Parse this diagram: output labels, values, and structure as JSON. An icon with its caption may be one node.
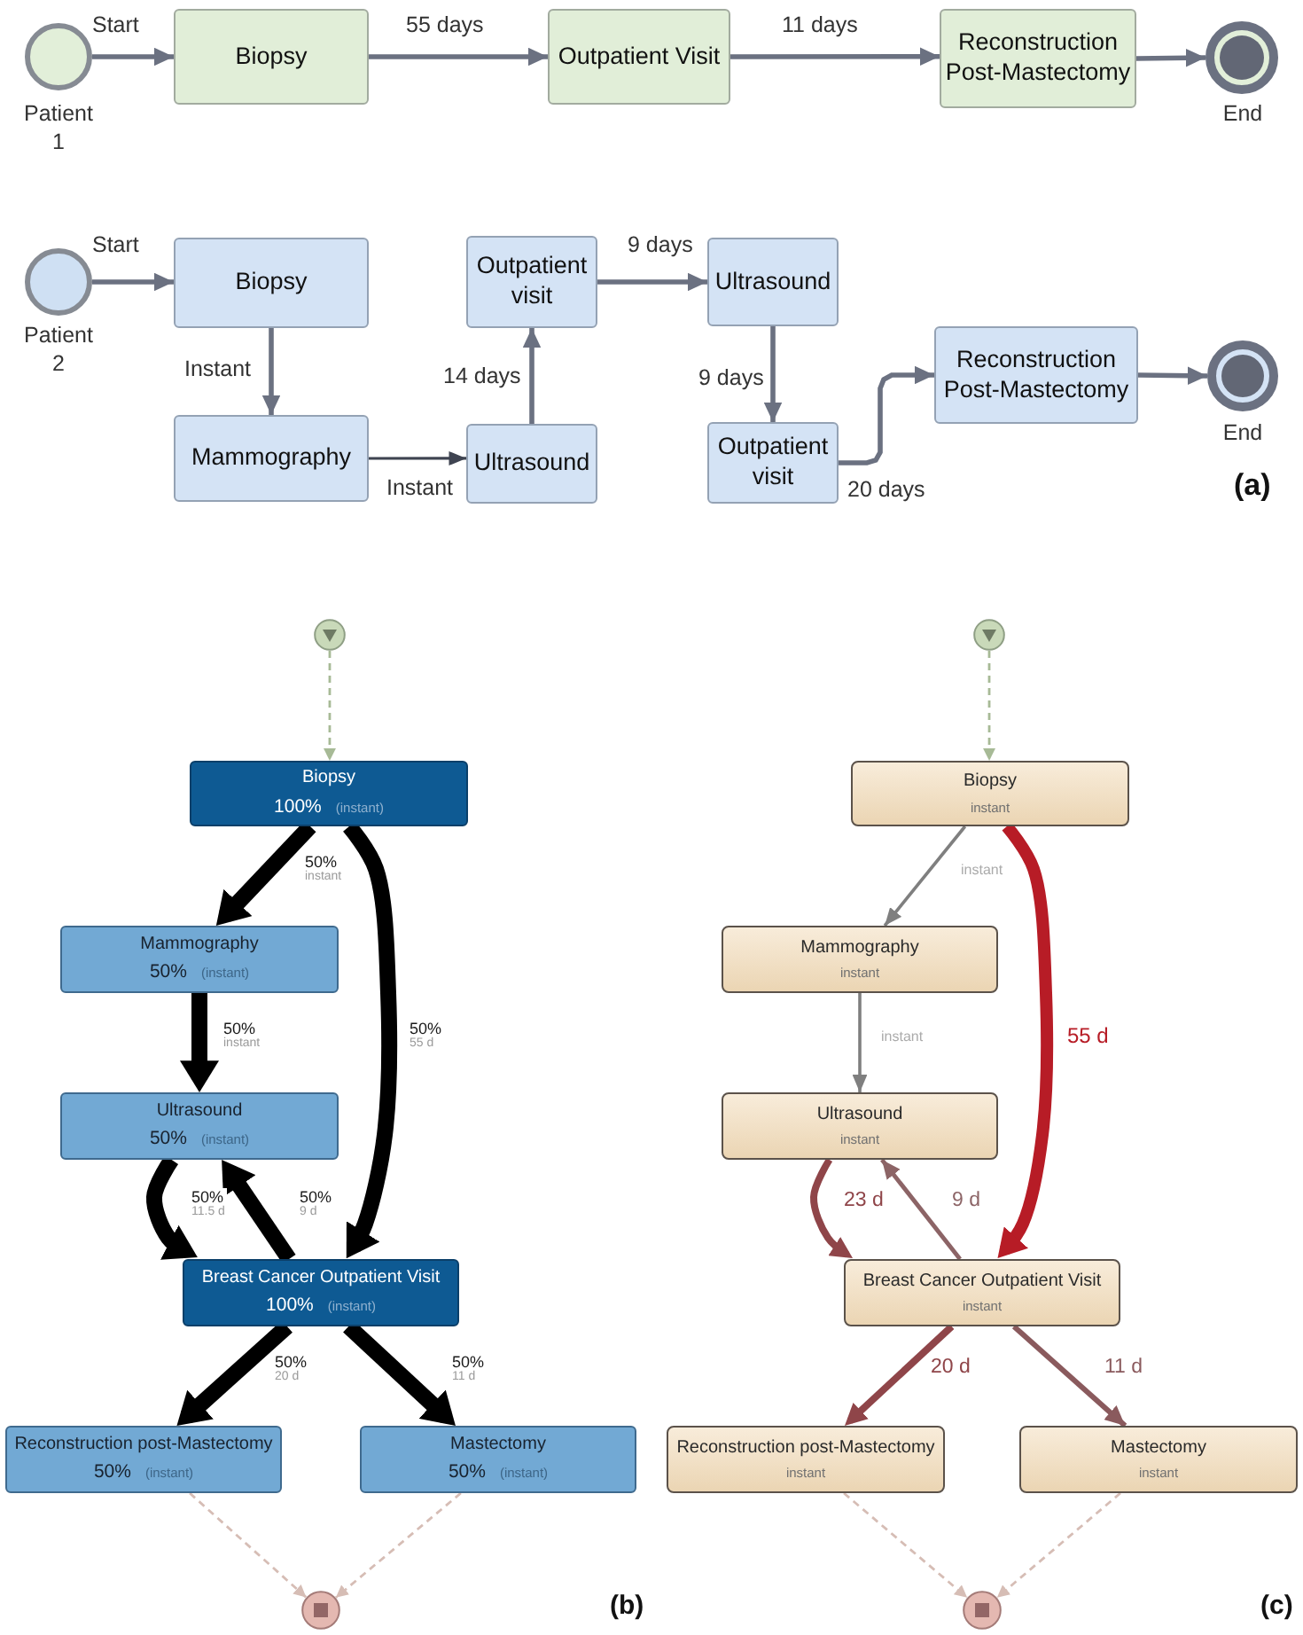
{
  "diagram": {
    "nodes": [
      {
        "text": [],
        "shape": "circle",
        "beside": [
          "Patient 1"
        ]
      },
      {
        "text": [
          "Biopsy"
        ]
      },
      {
        "text": [
          "Outpatient Visit"
        ]
      },
      {
        "text": [
          "Reconstruction Post-Mastectomy"
        ]
      },
      {
        "text": [],
        "shape": "circle",
        "beside": [
          "End"
        ]
      },
      {
        "text": [],
        "shape": "circle",
        "beside": [
          "Patient 2"
        ]
      },
      {
        "text": [
          "Biopsy"
        ]
      },
      {
        "text": [
          "Mammography"
        ]
      },
      {
        "text": [
          "Ultrasound"
        ]
      },
      {
        "text": [
          "Outpatient visit"
        ]
      },
      {
        "text": [
          "Ultrasound"
        ]
      },
      {
        "text": [
          "Outpatient visit"
        ]
      },
      {
        "text": [
          "Reconstruction Post-Mastectomy"
        ]
      },
      {
        "text": [],
        "shape": "circle",
        "beside": [
          "End"
        ]
      },
      {
        "text": [],
        "shape": "circle"
      },
      {
        "text": [
          "Biopsy",
          "100%",
          "(instant)"
        ]
      },
      {
        "text": [
          "Mammography",
          "50%",
          "(instant)"
        ]
      },
      {
        "text": [
          "Ultrasound",
          "50%",
          "(instant)"
        ]
      },
      {
        "text": [
          "Breast Cancer Outpatient Visit",
          "100%",
          "(instant)"
        ]
      },
      {
        "text": [
          "Reconstruction post-Mastectomy",
          "50%",
          "(instant)"
        ]
      },
      {
        "text": [
          "Mastectomy",
          "50%",
          "(instant)"
        ]
      },
      {
        "text": [],
        "shape": "circle"
      },
      {
        "text": [],
        "shape": "circle"
      },
      {
        "text": [
          "Biopsy",
          "instant"
        ]
      },
      {
        "text": [
          "Mammography",
          "instant"
        ]
      },
      {
        "text": [
          "Ultrasound",
          "instant"
        ]
      },
      {
        "text": [
          "Breast Cancer Outpatient Visit",
          "instant"
        ]
      },
      {
        "text": [
          "Reconstruction post-Mastectomy",
          "instant"
        ]
      },
      {
        "text": [
          "Mastectomy",
          "instant"
        ]
      },
      {
        "text": [],
        "shape": "circle"
      }
    ],
    "edges": [
      {
        "from": 0,
        "to": 1,
        "arrow": "to",
        "label": "Start"
      },
      {
        "from": 1,
        "to": 2,
        "arrow": "to",
        "label": "55 days"
      },
      {
        "from": 2,
        "to": 3,
        "arrow": "to",
        "label": "11 days"
      },
      {
        "from": 3,
        "to": 4,
        "arrow": "to"
      },
      {
        "from": 5,
        "to": 6,
        "arrow": "to",
        "label": "Start"
      },
      {
        "from": 6,
        "to": 7,
        "arrow": "to",
        "label": "Instant"
      },
      {
        "from": 7,
        "to": 8,
        "arrow": "to",
        "label": "Instant",
        "color": "#3f4451"
      },
      {
        "from": 8,
        "to": 9,
        "arrow": "to",
        "label": "14 days"
      },
      {
        "from": 9,
        "to": 10,
        "arrow": "to",
        "label": "9 days"
      },
      {
        "from": 10,
        "to": 11,
        "arrow": "to",
        "label": "9 days"
      },
      {
        "from": 11,
        "to": 12,
        "arrow": "to",
        "label": "20 days"
      },
      {
        "from": 12,
        "to": 13,
        "arrow": "to"
      },
      {
        "from": 14,
        "to": 15,
        "arrow": "to",
        "style": "dashed",
        "color": "#a7ba96"
      },
      {
        "from": 15,
        "to": 16,
        "arrow": "to",
        "label": "50% instant",
        "style": "thick",
        "color": "#000000"
      },
      {
        "from": 16,
        "to": 17,
        "arrow": "to",
        "label": "50% instant",
        "style": "thick",
        "color": "#000000"
      },
      {
        "from": 15,
        "to": 18,
        "arrow": "to",
        "label": "50% 55 d",
        "style": "thick",
        "color": "#000000"
      },
      {
        "from": 17,
        "to": 18,
        "arrow": "to",
        "label": "50% 11.5 d",
        "style": "thick",
        "color": "#000000"
      },
      {
        "from": 18,
        "to": 17,
        "arrow": "to",
        "label": "50% 9 d",
        "style": "thick",
        "color": "#000000"
      },
      {
        "from": 18,
        "to": 19,
        "arrow": "to",
        "label": "50% 20 d",
        "style": "thick",
        "color": "#000000"
      },
      {
        "from": 18,
        "to": 20,
        "arrow": "to",
        "label": "50% 11 d",
        "style": "thick",
        "color": "#000000"
      },
      {
        "from": 19,
        "to": 21,
        "arrow": "to",
        "style": "dashed",
        "color": "#d6bdb5"
      },
      {
        "from": 20,
        "to": 21,
        "arrow": "to",
        "style": "dashed",
        "color": "#d6bdb5"
      },
      {
        "from": 22,
        "to": 23,
        "arrow": "to",
        "style": "dashed",
        "color": "#a7ba96"
      },
      {
        "from": 23,
        "to": 24,
        "arrow": "to",
        "label": "instant",
        "color": "#7f7f7f"
      },
      {
        "from": 24,
        "to": 25,
        "arrow": "to",
        "label": "instant",
        "color": "#7f7f7f"
      },
      {
        "from": 23,
        "to": 26,
        "arrow": "to",
        "label": "55 d",
        "style": "thick",
        "color": "#b71c26"
      },
      {
        "from": 25,
        "to": 26,
        "arrow": "to",
        "label": "23 d",
        "color": "#8f4549"
      },
      {
        "from": 26,
        "to": 25,
        "arrow": "to",
        "label": "9 d",
        "color": "#8c6466"
      },
      {
        "from": 26,
        "to": 27,
        "arrow": "to",
        "label": "20 d",
        "color": "#8f4549"
      },
      {
        "from": 26,
        "to": 28,
        "arrow": "to",
        "label": "11 d",
        "color": "#8a5a5d"
      },
      {
        "from": 27,
        "to": 29,
        "arrow": "to",
        "style": "dashed",
        "color": "#d6bdb5"
      },
      {
        "from": 28,
        "to": 29,
        "arrow": "to",
        "style": "dashed",
        "color": "#d6bdb5"
      }
    ],
    "labels": [
      "(a)",
      "(b)",
      "(c)"
    ]
  }
}
